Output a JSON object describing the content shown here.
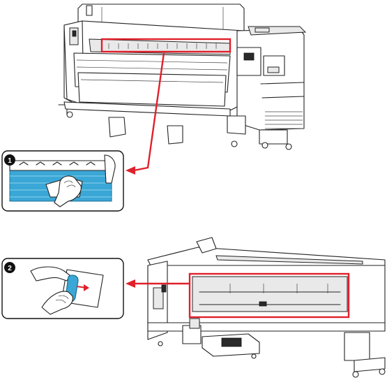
{
  "colors": {
    "highlight": "#e0202a",
    "part_blue": "#3aa7d6",
    "line": "#222222",
    "background": "#ffffff"
  },
  "steps": [
    {
      "number": "1",
      "subject": "printer-front-view-with-highlighted-print-head-rail",
      "detail": "hands-cleaning-blue-platen-plate"
    },
    {
      "number": "2",
      "subject": "printer-rear-view-with-highlighted-area",
      "detail": "hands-holding-blue-cleaning-stick"
    }
  ]
}
